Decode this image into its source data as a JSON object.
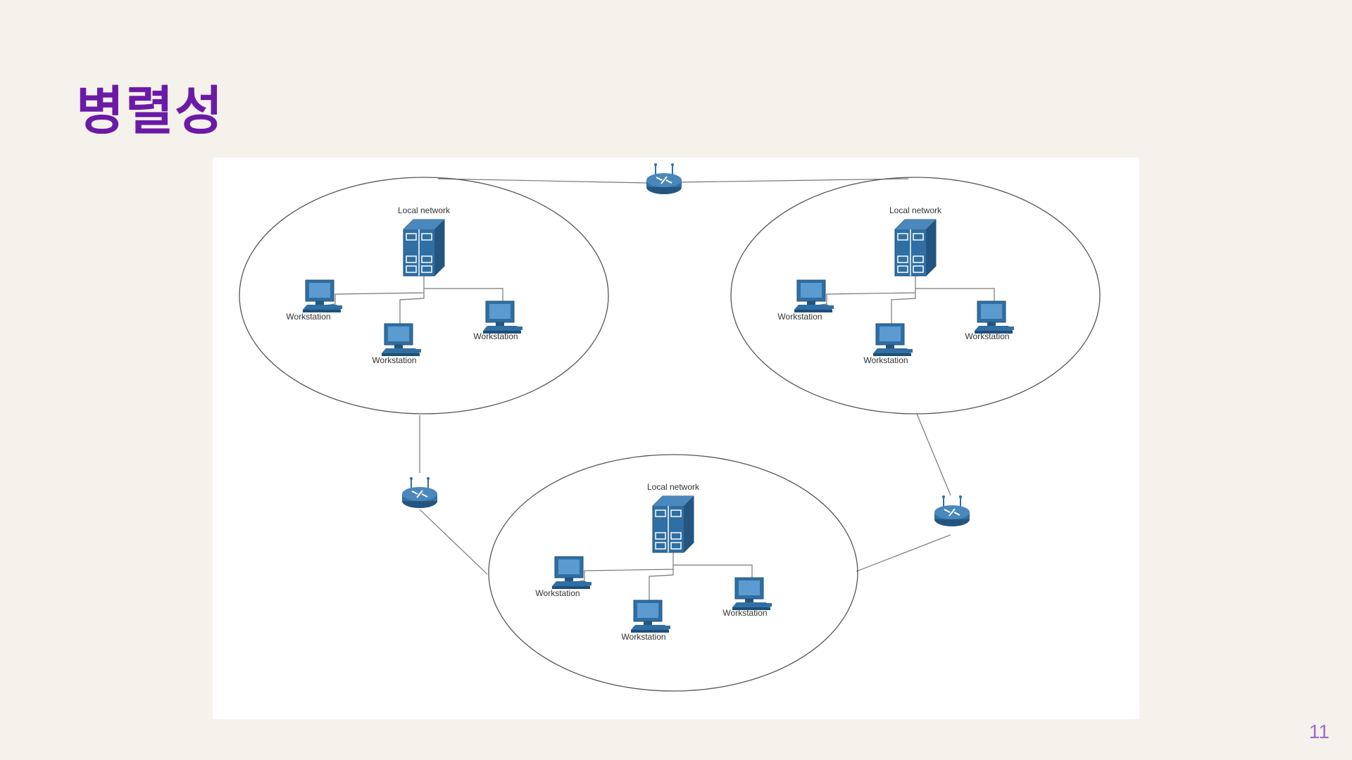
{
  "slide": {
    "title": "병렬성",
    "page_number": "11"
  },
  "diagram": {
    "networks": [
      {
        "id": "net-left",
        "label": "Local network",
        "workstations": [
          "Workstation",
          "Workstation",
          "Workstation"
        ]
      },
      {
        "id": "net-right",
        "label": "Local network",
        "workstations": [
          "Workstation",
          "Workstation",
          "Workstation"
        ]
      },
      {
        "id": "net-bottom",
        "label": "Local network",
        "workstations": [
          "Workstation",
          "Workstation",
          "Workstation"
        ]
      }
    ],
    "colors": {
      "device": "#2f6fa3",
      "device_dark": "#1f4f7a",
      "line": "#777777"
    }
  }
}
